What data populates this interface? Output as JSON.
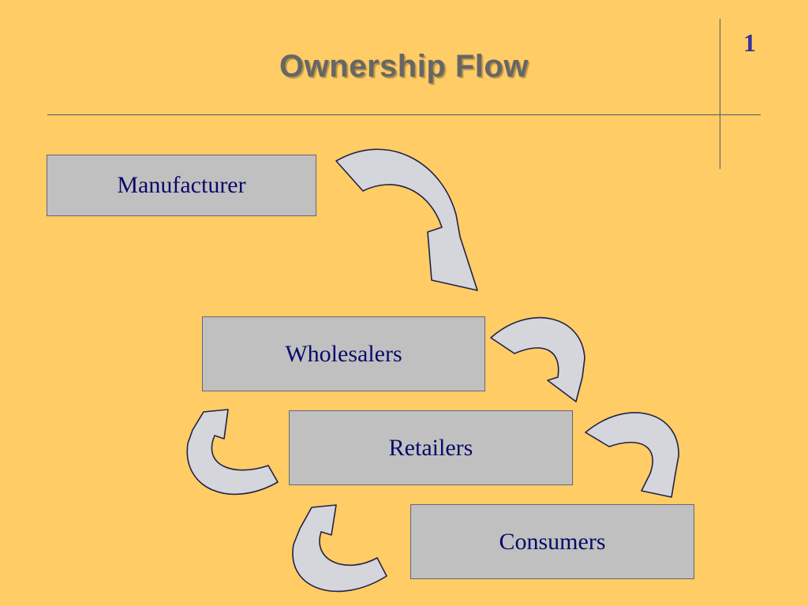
{
  "slide": {
    "title": "Ownership Flow",
    "number": "1"
  },
  "flow": {
    "nodes": [
      {
        "id": "manufacturer",
        "label": "Manufacturer"
      },
      {
        "id": "wholesalers",
        "label": "Wholesalers"
      },
      {
        "id": "retailers",
        "label": "Retailers"
      },
      {
        "id": "consumers",
        "label": "Consumers"
      }
    ],
    "edges": [
      {
        "from": "manufacturer",
        "to": "wholesalers",
        "direction": "down"
      },
      {
        "from": "wholesalers",
        "to": "retailers",
        "direction": "down"
      },
      {
        "from": "retailers",
        "to": "consumers",
        "direction": "down"
      },
      {
        "from": "consumers",
        "to": "retailers",
        "direction": "up"
      },
      {
        "from": "retailers",
        "to": "wholesalers",
        "direction": "up"
      }
    ]
  },
  "colors": {
    "background": "#FFCC66",
    "box_fill": "#C0C0C0",
    "box_text": "#0A0A6A",
    "arrow_fill": "#D4D6DC",
    "title": "#666666",
    "slide_number": "#333399"
  }
}
